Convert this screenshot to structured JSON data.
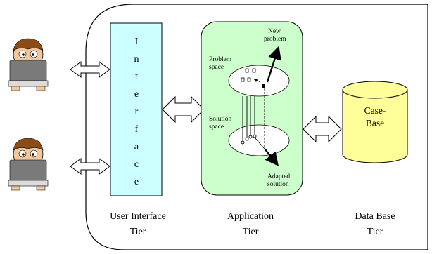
{
  "interface_letters": [
    "I",
    "n",
    "t",
    "e",
    "r",
    "f",
    "a",
    "c",
    "e"
  ],
  "application": {
    "problem_space": [
      "Problem",
      "space"
    ],
    "solution_space": [
      "Solution",
      "space"
    ],
    "new_problem": [
      "New",
      "problem"
    ],
    "adapted_solution": [
      "Adapted",
      "solution"
    ]
  },
  "database": {
    "label": [
      "Case-",
      "Base"
    ]
  },
  "tiers": {
    "user_interface": [
      "User Interface",
      "Tier"
    ],
    "application": [
      "Application",
      "Tier"
    ],
    "data_base": [
      "Data Base",
      "Tier"
    ]
  },
  "colors": {
    "interface_fill": "#ccffff",
    "application_fill": "#ccffcc",
    "database_fill": "#ffff99"
  }
}
